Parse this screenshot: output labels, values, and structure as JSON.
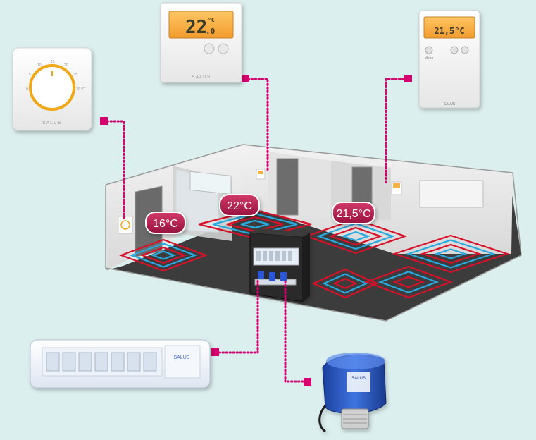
{
  "temperatures": {
    "room_left": "16°C",
    "room_center": "22°C",
    "room_right": "21,5°C"
  },
  "devices": {
    "dial_thermostat": {
      "brand": "SALUS",
      "scale": [
        "0",
        "5",
        "10",
        "15",
        "20",
        "25",
        "30 °C"
      ]
    },
    "digital_thermostat": {
      "brand": "SALUS",
      "display_digits": "22",
      "display_decimal": ".0",
      "display_unit": "°C"
    },
    "programmable_thermostat": {
      "brand": "SALUS",
      "display_value": "21,5°C",
      "button_label": "Menu"
    },
    "wiring_center": {
      "brand": "SALUS"
    },
    "actuator": {
      "brand": "SALUS"
    }
  },
  "colors": {
    "background": "#dcefef",
    "connector": "#d6006e",
    "badge": "#b0174d",
    "pipe_hot": "#d8112a",
    "pipe_cold": "#2aa8e0",
    "dial_ring": "#f0a818",
    "lcd": "#f6b04a"
  }
}
